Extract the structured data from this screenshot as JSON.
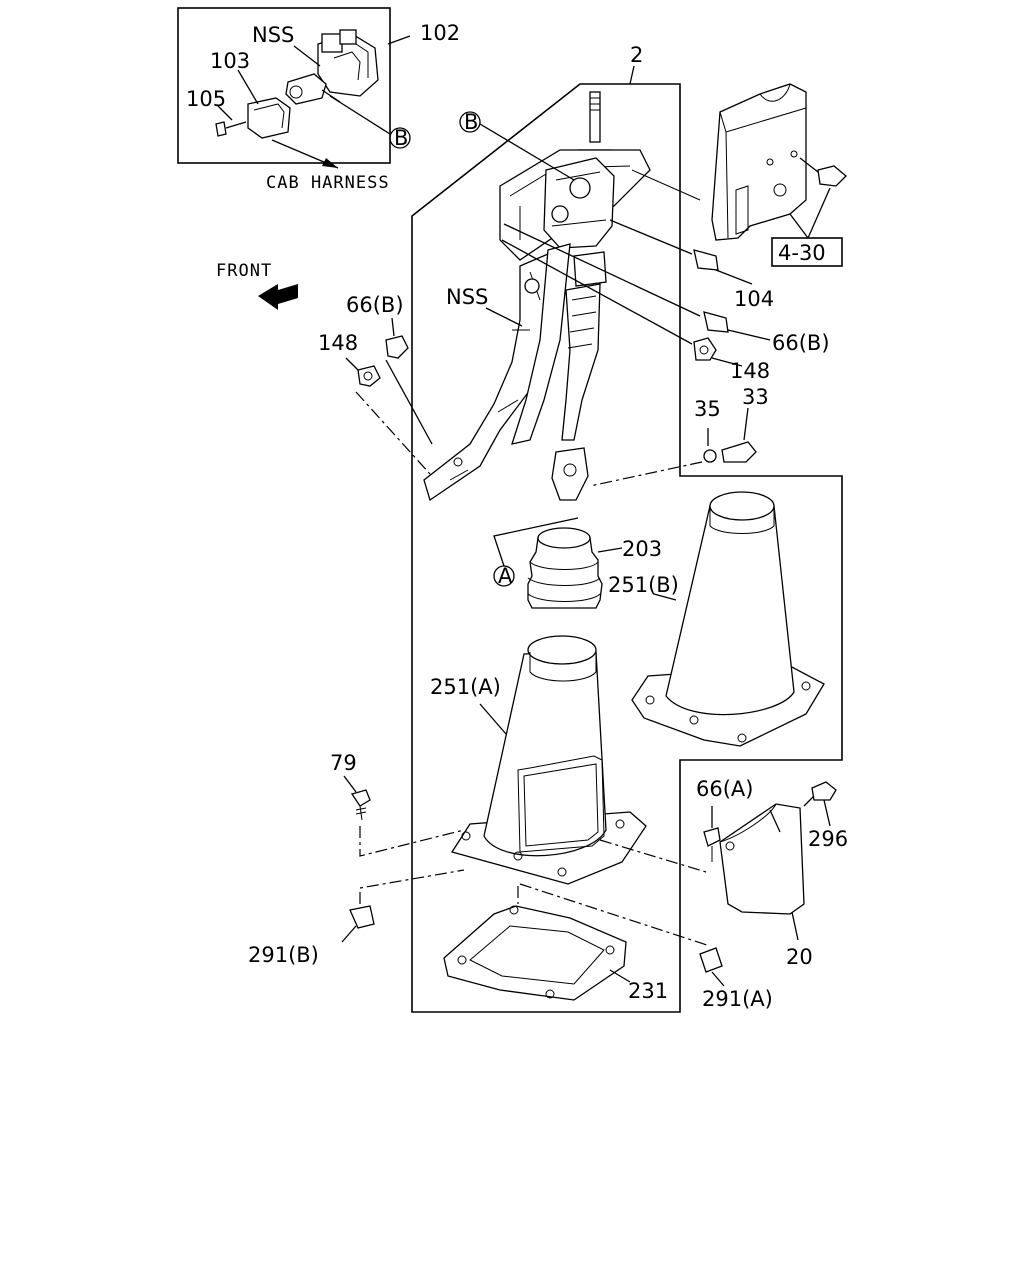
{
  "callouts": {
    "c102": "102",
    "nss_top": "NSS",
    "c103": "103",
    "c105": "105",
    "cab_harness": "CAB HARNESS",
    "c2": "2",
    "ref_b1": "B",
    "ref_b2": "B",
    "ref_a": "A",
    "c4_30": "4-30",
    "front": "FRONT",
    "c104": "104",
    "nss_mid": "NSS",
    "c66b_left": "66(B)",
    "c148_left": "148",
    "c66b_right": "66(B)",
    "c148_right": "148",
    "c35": "35",
    "c33": "33",
    "c203": "203",
    "c251b": "251(B)",
    "c251a": "251(A)",
    "c79": "79",
    "c66a": "66(A)",
    "c296": "296",
    "c291b": "291(B)",
    "c20": "20",
    "c231": "231",
    "c291a": "291(A)"
  },
  "icons": {
    "front_arrow": "front-arrow-icon"
  }
}
